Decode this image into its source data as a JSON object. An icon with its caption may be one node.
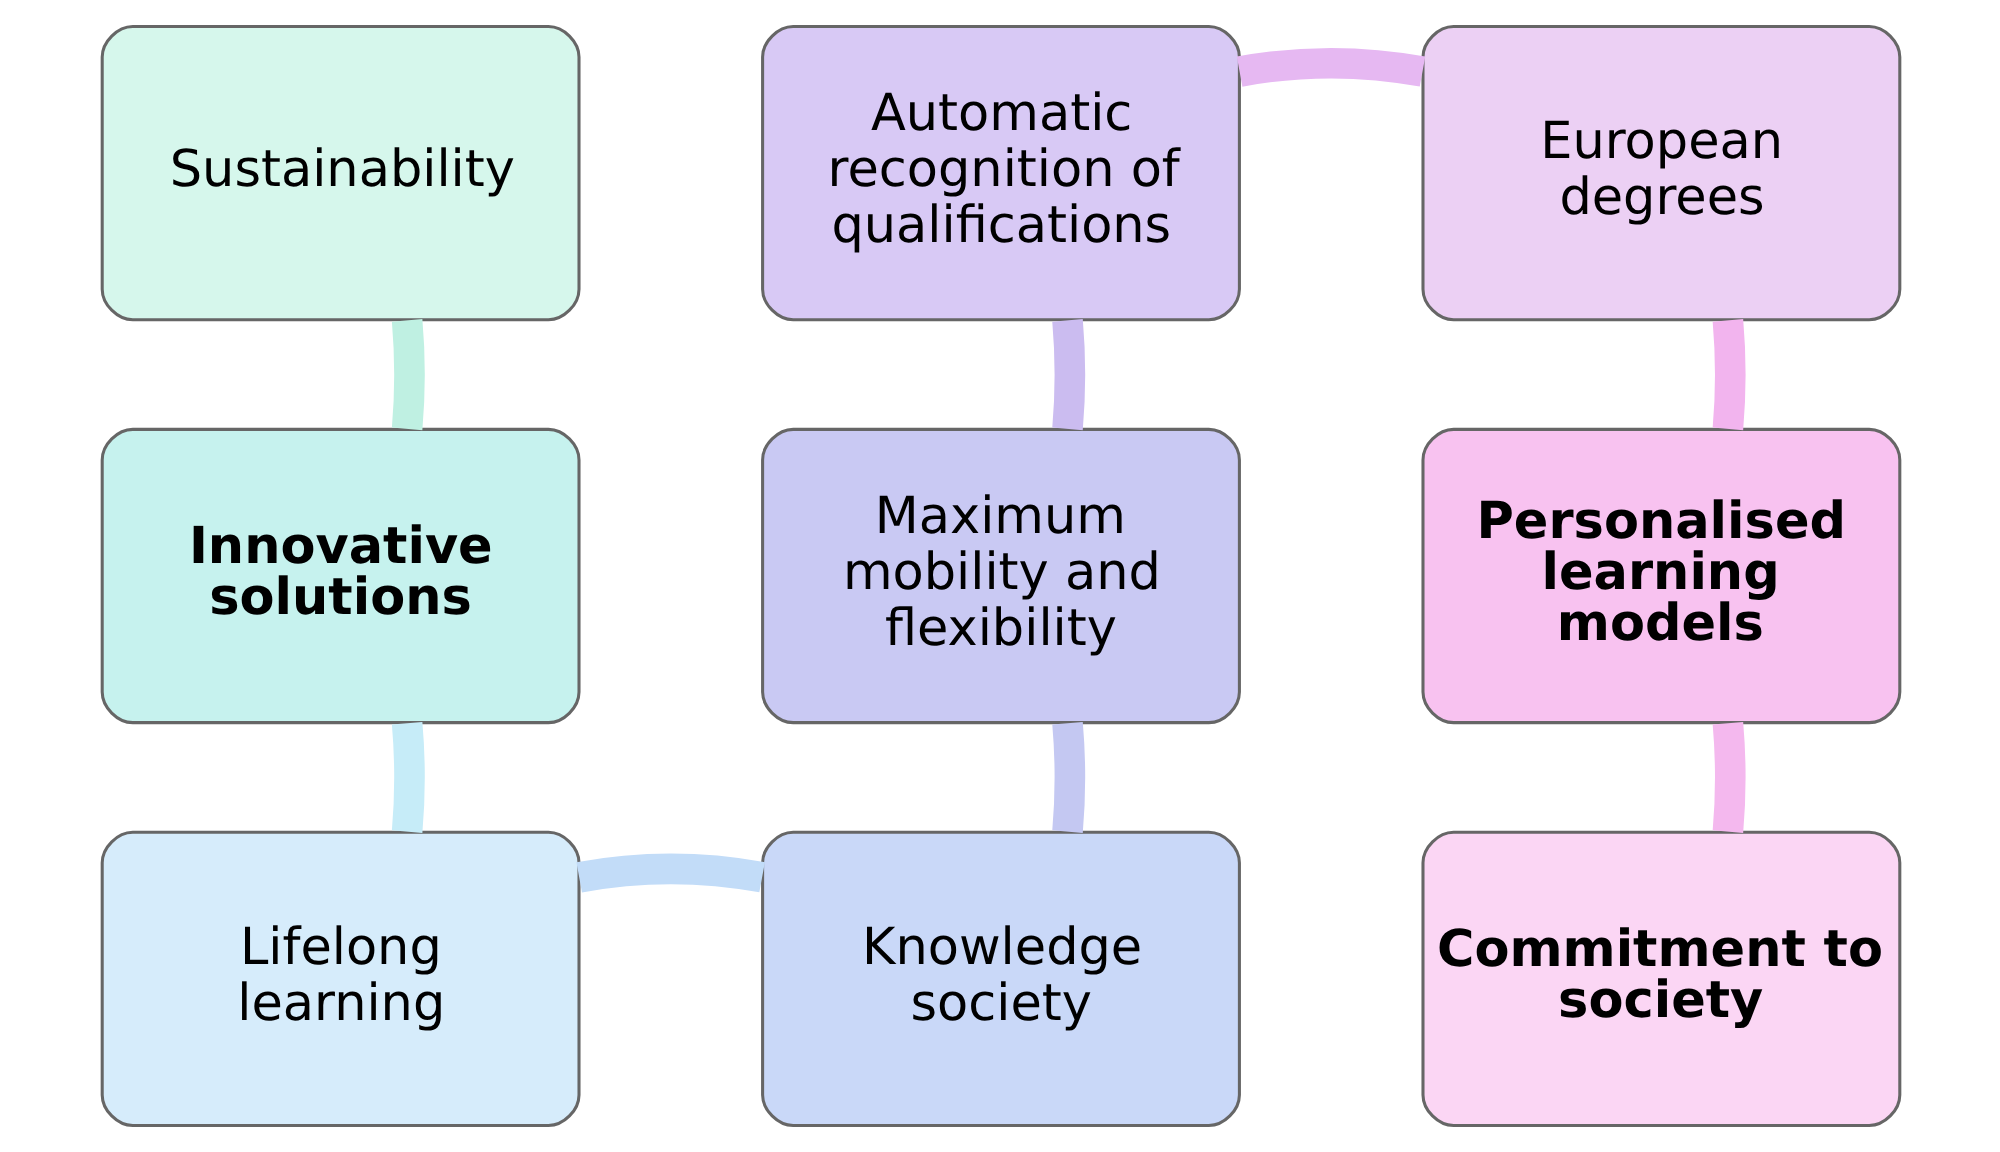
{
  "diagram": {
    "nodes": [
      {
        "text": [
          "Sustainability"
        ]
      },
      {
        "text": [
          "Innovative solutions"
        ]
      },
      {
        "text": [
          "Lifelong learning"
        ]
      },
      {
        "text": [
          "Knowledge society"
        ]
      },
      {
        "text": [
          "Maximum mobility and flexibility"
        ]
      },
      {
        "text": [
          "Automatic recognition of qualifications"
        ]
      },
      {
        "text": [
          "European degrees"
        ]
      },
      {
        "text": [
          "Personalised learning models"
        ]
      },
      {
        "text": [
          "Commitment to society"
        ]
      }
    ],
    "edges": [
      {
        "from": 0,
        "to": 1,
        "arrow": "none",
        "color": "#bff0e2"
      },
      {
        "from": 1,
        "to": 2,
        "arrow": "none",
        "color": "#c6ecf8"
      },
      {
        "from": 2,
        "to": 3,
        "arrow": "none",
        "color": "#c2dcf8"
      },
      {
        "from": 3,
        "to": 4,
        "arrow": "none",
        "color": "#c4c8f2"
      },
      {
        "from": 4,
        "to": 5,
        "arrow": "none",
        "color": "#cbbcf0"
      },
      {
        "from": 5,
        "to": 6,
        "arrow": "none",
        "color": "#e6b8f2"
      },
      {
        "from": 6,
        "to": 7,
        "arrow": "none",
        "color": "#f2b4ee"
      },
      {
        "from": 7,
        "to": 8,
        "arrow": "none",
        "color": "#f4b8ee"
      }
    ]
  }
}
